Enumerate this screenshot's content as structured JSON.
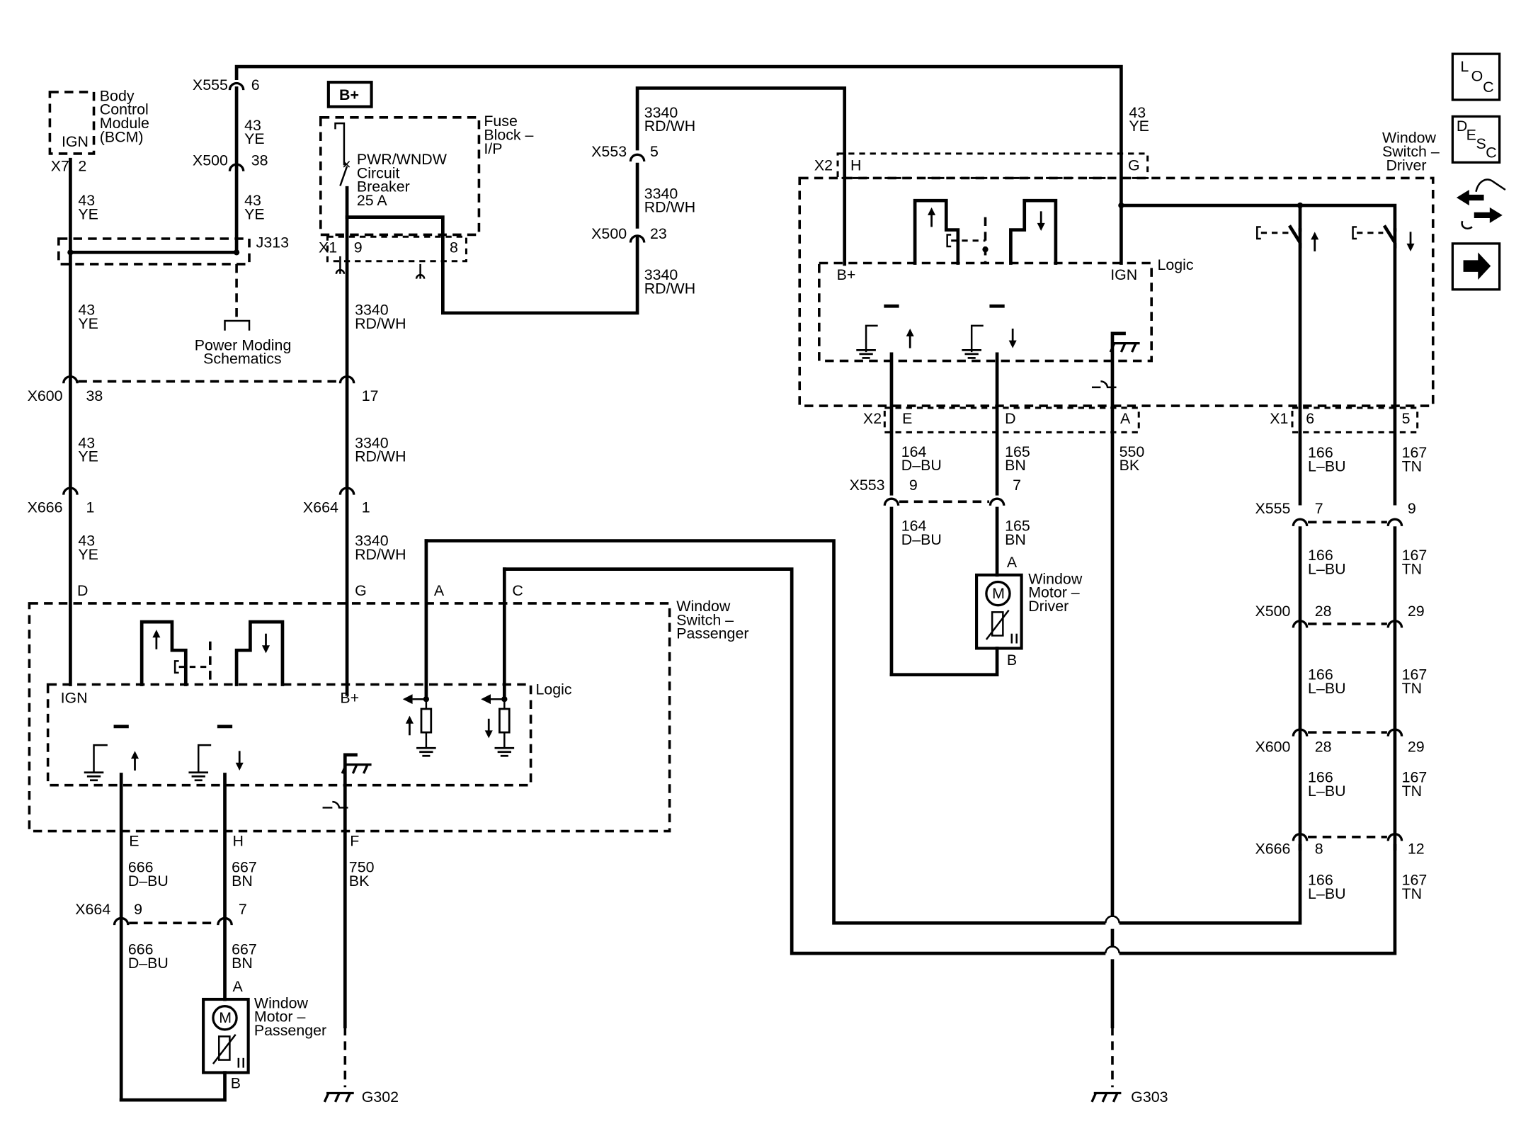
{
  "components": {
    "bcm": [
      "Body",
      "Control",
      "Module",
      "(BCM)"
    ],
    "bcm_pin": "IGN",
    "fuse_block": [
      "Fuse",
      "Block –",
      "I/P"
    ],
    "fuse_badge": "B+",
    "breaker": [
      "PWR/WNDW",
      "Circuit",
      "Breaker",
      "25 A"
    ],
    "power_moding": [
      "Power Moding",
      "Schematics"
    ],
    "switch_passenger": [
      "Window",
      "Switch –",
      "Passenger"
    ],
    "switch_driver": [
      "Window",
      "Switch –",
      "Driver"
    ],
    "motor_passenger": [
      "Window",
      "Motor –",
      "Passenger"
    ],
    "motor_driver": [
      "Window",
      "Motor –",
      "Driver"
    ],
    "motor_symbol": "M",
    "logic": "Logic",
    "ign": "IGN",
    "bplus": "B+",
    "ground_g302": "G302",
    "ground_g303": "G303",
    "splice": "J313"
  },
  "connectors": {
    "x555": "X555",
    "x500": "X500",
    "x553": "X553",
    "x600": "X600",
    "x666": "X666",
    "x664": "X664",
    "x7": "X7",
    "x1": "X1",
    "x2": "X2"
  },
  "pins": {
    "p1": "1",
    "p2": "2",
    "p5": "5",
    "p6": "6",
    "p7": "7",
    "p8": "8",
    "p9": "9",
    "p12": "12",
    "p17": "17",
    "p23": "23",
    "p28": "28",
    "p29": "29",
    "p38": "38",
    "A": "A",
    "B": "B",
    "C": "C",
    "D": "D",
    "E": "E",
    "F": "F",
    "G": "G",
    "H": "H"
  },
  "wires": {
    "c43": "43",
    "c3340": "3340",
    "c164": "164",
    "c165": "165",
    "c550": "550",
    "c166": "166",
    "c167": "167",
    "c666": "666",
    "c667": "667",
    "c750": "750",
    "ye": "YE",
    "rdwh": "RD/WH",
    "dbu": "D–BU",
    "bn": "BN",
    "bk": "BK",
    "lbu": "L–BU",
    "tn": "TN"
  },
  "side_icons": {
    "loc": [
      "L",
      "O",
      "C"
    ],
    "desc": [
      "D",
      "E",
      "S",
      "C"
    ]
  }
}
